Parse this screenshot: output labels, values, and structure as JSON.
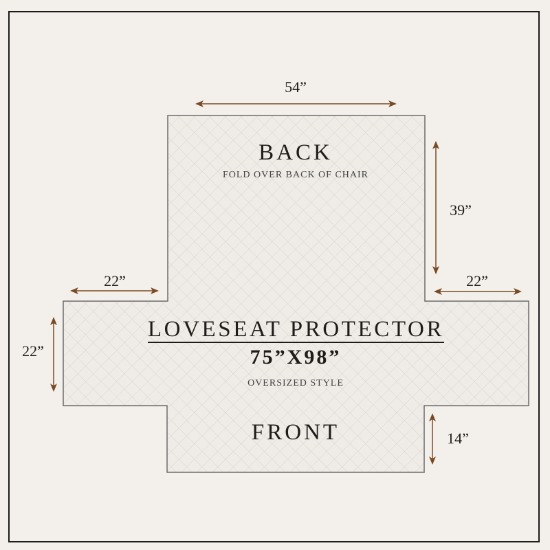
{
  "diagram": {
    "title": "LOVESEAT PROTECTOR",
    "size": "75”X98”",
    "style_note": "OVERSIZED STYLE",
    "sections": {
      "back": {
        "label": "BACK",
        "note": "FOLD OVER BACK OF CHAIR"
      },
      "front": {
        "label": "FRONT"
      }
    },
    "dimensions": {
      "back_width": "54”",
      "back_height": "39”",
      "left_arm_width": "22”",
      "right_arm_width": "22”",
      "arm_height": "22”",
      "front_height": "14”"
    }
  },
  "colors": {
    "background": "#f3f0eb",
    "fabric_fill": "#efece7",
    "quilt_lines": "#dcd6cf",
    "outline": "#6b6b6b",
    "arrow": "#7a4a24",
    "frame": "#1c1c1c",
    "text": "#1e1b19"
  }
}
